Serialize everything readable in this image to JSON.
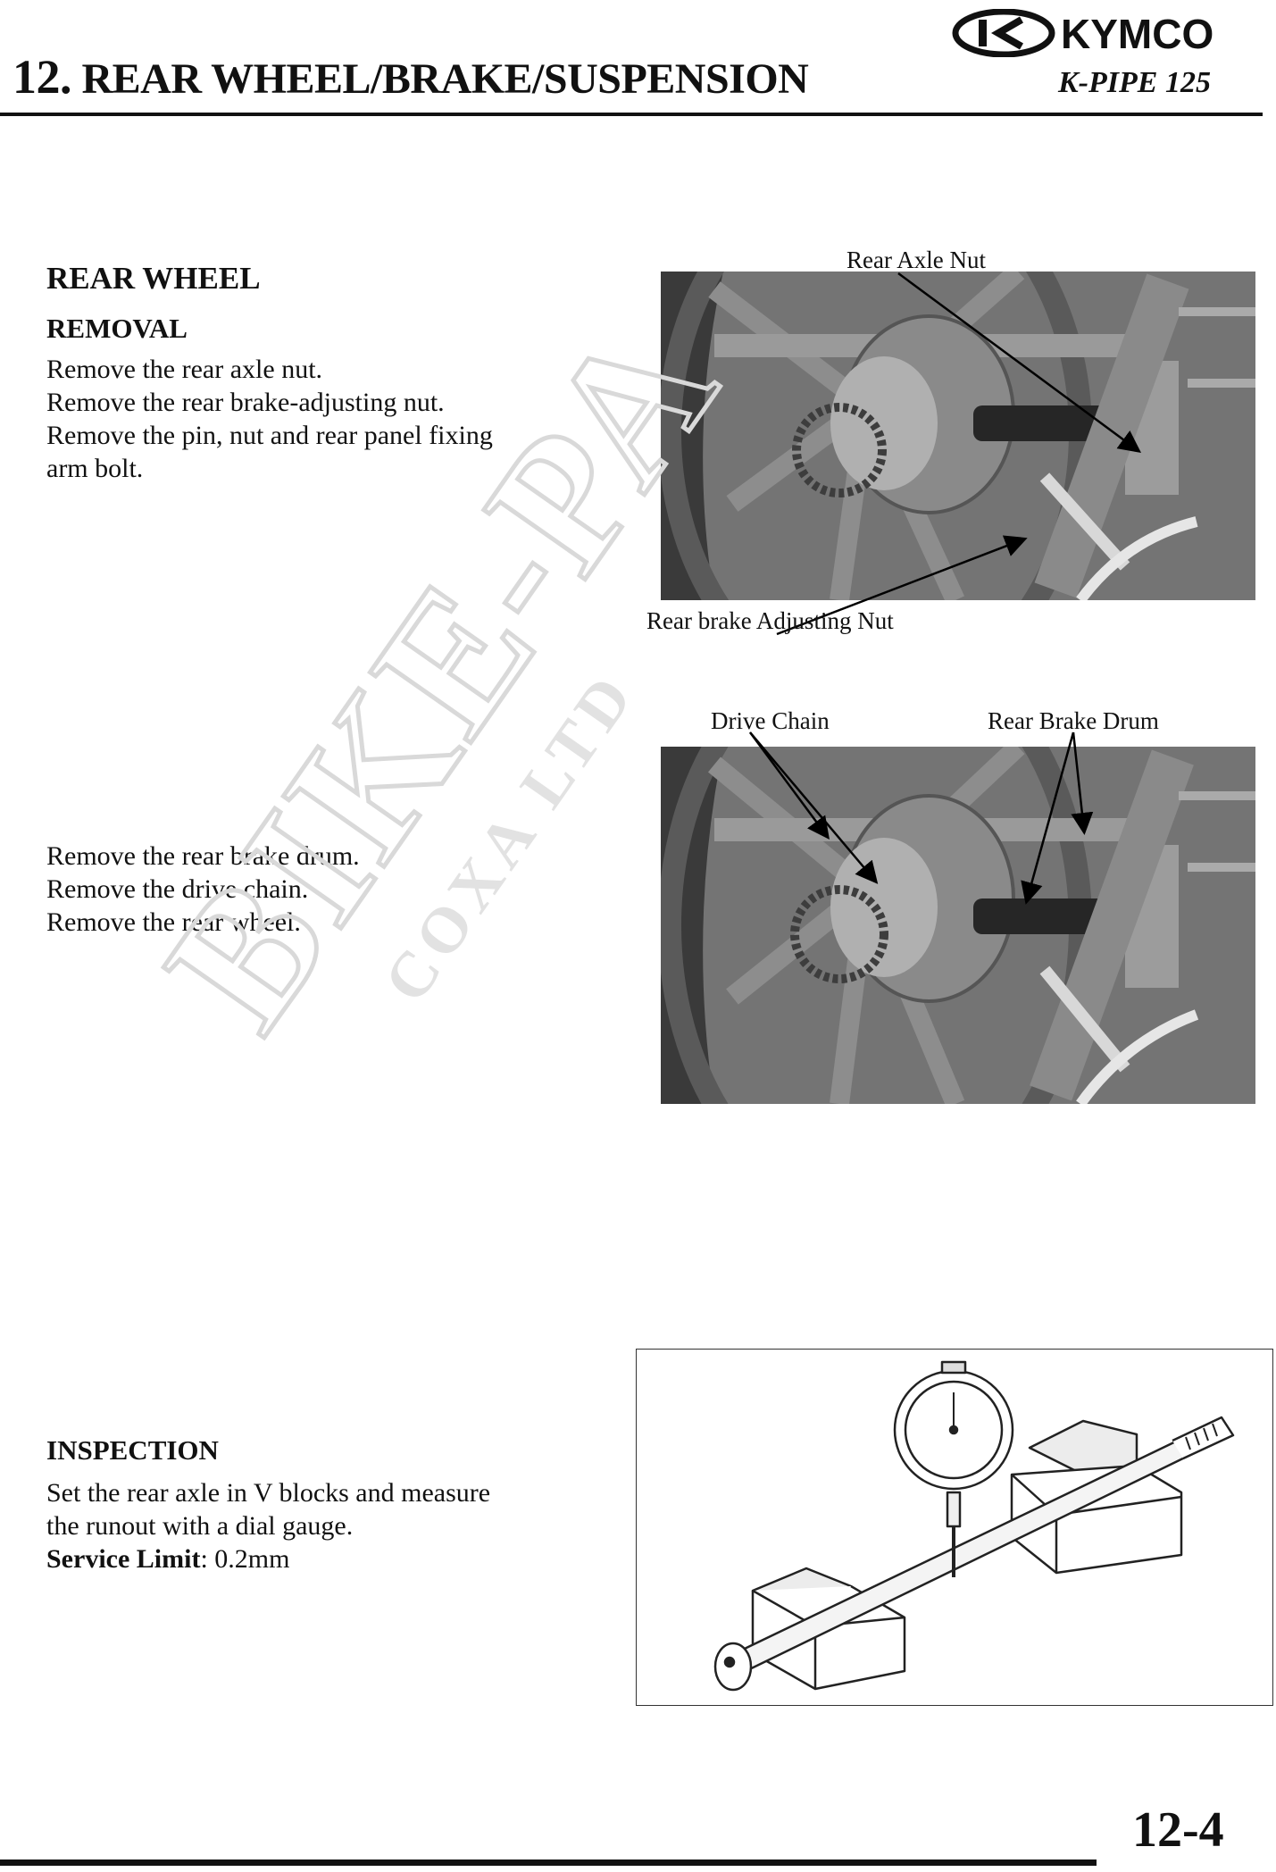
{
  "header": {
    "chapter_number": "12.",
    "chapter_title": "REAR WHEEL/BRAKE/SUSPENSION",
    "model": "K-PIPE 125",
    "brand": "KYMCO"
  },
  "section_rear_wheel": {
    "title": "REAR WHEEL",
    "removal_heading": "REMOVAL",
    "removal_steps_1": [
      "Remove the rear axle nut.",
      "Remove the rear brake-adjusting nut.",
      "Remove the pin, nut and rear panel fixing",
      "arm bolt."
    ],
    "removal_steps_2": [
      "Remove the rear brake drum.",
      "Remove the drive chain.",
      "Remove the rear wheel."
    ]
  },
  "figure_1": {
    "callout_axle_nut": "Rear Axle Nut",
    "callout_adjusting_nut": "Rear brake Adjusting Nut"
  },
  "figure_2": {
    "callout_drive_chain": "Drive Chain",
    "callout_brake_drum": "Rear Brake Drum"
  },
  "inspection": {
    "heading": "INSPECTION",
    "lines": [
      "Set the rear axle in V blocks and measure",
      "the runout with a dial gauge."
    ],
    "service_limit_label": "Service Limit",
    "service_limit_value": ": 0.2mm"
  },
  "watermark": {
    "text": "BIKE-PARTS",
    "subtext": "COXA LTD"
  },
  "footer": {
    "page_number": "12-4"
  }
}
